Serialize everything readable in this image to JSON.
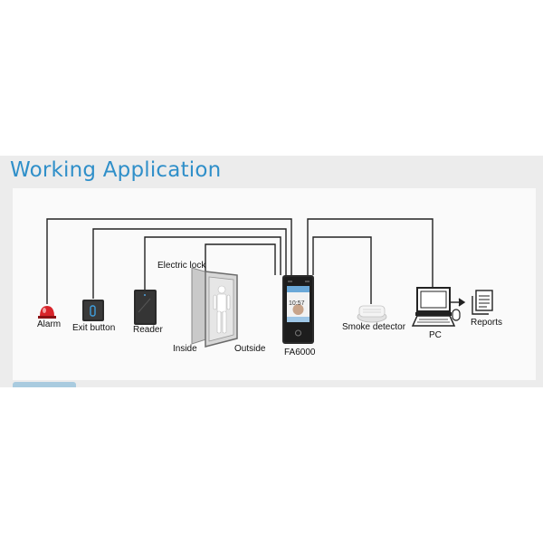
{
  "section": {
    "title": "Working Application"
  },
  "devices": {
    "alarm": "Alarm",
    "exit_button": "Exit button",
    "reader": "Reader",
    "electric_lock": "Electric lock",
    "inside": "Inside",
    "outside": "Outside",
    "terminal": "FA6000",
    "terminal_time": "10:57",
    "smoke_detector": "Smoke detector",
    "pc": "PC",
    "reports": "Reports"
  },
  "colors": {
    "title": "#2f8fc9",
    "wire": "#222222",
    "band": "#ececec",
    "alarm": "#d8232a"
  }
}
